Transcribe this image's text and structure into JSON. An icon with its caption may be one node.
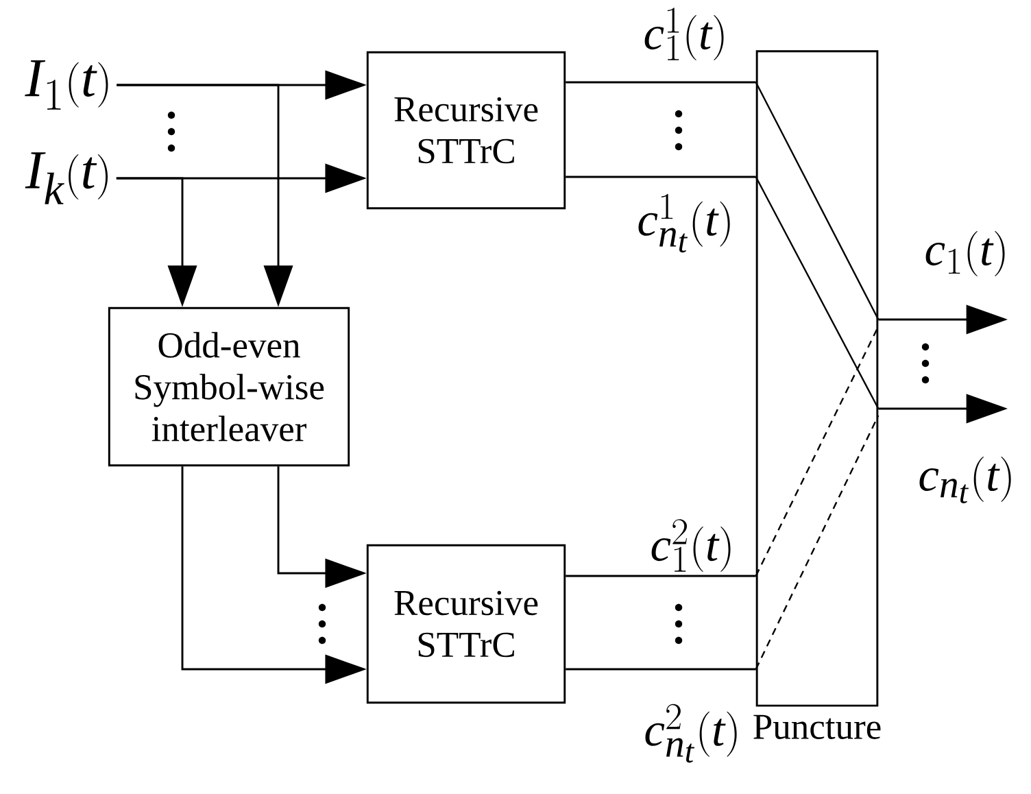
{
  "diagram": {
    "nodes": [
      {
        "text": [
          "I_1(t)"
        ]
      },
      {
        "text": [
          "I_k(t)"
        ]
      },
      {
        "text": [
          "Recursive STTrC"
        ]
      },
      {
        "text": [
          "Odd-even Symbol-wise interleaver"
        ]
      },
      {
        "text": [
          "Recursive STTrC"
        ]
      },
      {
        "text": [
          "Puncture"
        ]
      }
    ],
    "edges": [
      {
        "from": 0,
        "to": 2,
        "arrow": "to"
      },
      {
        "from": 1,
        "to": 2,
        "arrow": "to"
      },
      {
        "from": 0,
        "to": 3,
        "arrow": "to"
      },
      {
        "from": 1,
        "to": 3,
        "arrow": "to"
      },
      {
        "from": 3,
        "to": 4,
        "arrow": "to"
      },
      {
        "from": 3,
        "to": 4,
        "arrow": "to"
      },
      {
        "from": 2,
        "to": 5,
        "arrow": "none",
        "label": "c_1^1(t)"
      },
      {
        "from": 2,
        "to": 5,
        "arrow": "none",
        "label": "c_{n_t}^1(t)"
      },
      {
        "from": 4,
        "to": 5,
        "arrow": "none",
        "label": "c_1^2(t)"
      },
      {
        "from": 4,
        "to": 5,
        "arrow": "none",
        "label": "c_{n_t}^2(t)"
      },
      {
        "from": 5,
        "to": null,
        "arrow": "to",
        "label": "c_1(t)"
      },
      {
        "from": 5,
        "to": null,
        "arrow": "to",
        "label": "c_{n_t}(t)"
      }
    ]
  }
}
